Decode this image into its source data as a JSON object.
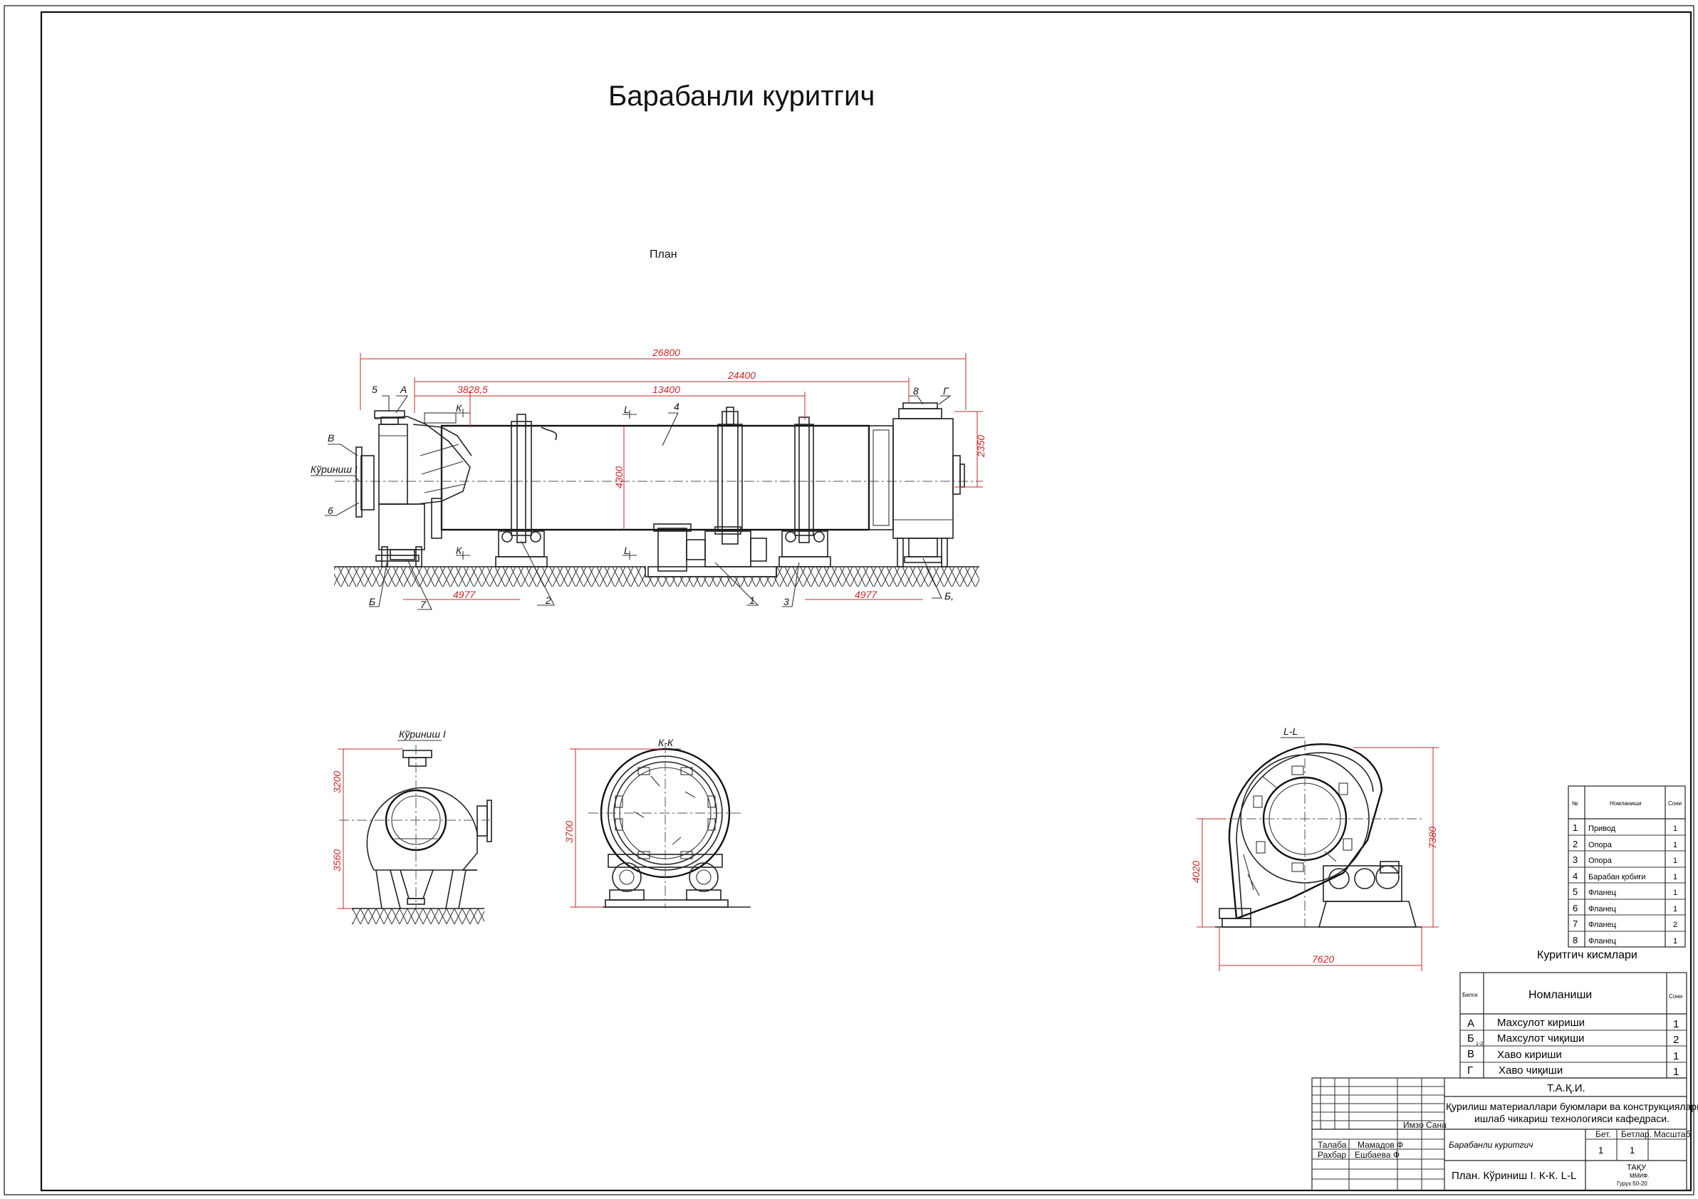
{
  "title": "Барабанли куритгич",
  "plan": {
    "heading": "План",
    "dims": {
      "overall": "26800",
      "inner": "24400",
      "left_offset": "3828,5",
      "mid_span": "13400",
      "height": "2350",
      "drum_dia": "4300",
      "bottom_left": "4977",
      "bottom_right": "4977"
    },
    "labels": {
      "n5": "5",
      "A": "А",
      "n8": "8",
      "G": "Г",
      "V": "В",
      "view": "Кўриниш I",
      "n6": "6",
      "n4": "4",
      "K1": "К",
      "K2": "К",
      "L1": "L",
      "L2": "L",
      "B1": "Б",
      "n7": "7",
      "n2": "2",
      "n1": "1",
      "n3": "3",
      "B2": "Б,"
    }
  },
  "views": {
    "v1": {
      "title": "Кўриниш I",
      "dim_top": "3200",
      "dim_bottom": "3560"
    },
    "kk": {
      "title": "К-К",
      "dim": "3700"
    },
    "ll": {
      "title": "L-L",
      "dim_left": "4020",
      "dim_right": "7380",
      "dim_bottom": "7620"
    }
  },
  "parts_table": {
    "headers": [
      "№",
      "Номланиши",
      "Сони"
    ],
    "rows": [
      [
        "1",
        "Привод",
        "1"
      ],
      [
        "2",
        "Опора",
        "1"
      ],
      [
        "3",
        "Опора",
        "1"
      ],
      [
        "4",
        "Барабан қобиғи",
        "1"
      ],
      [
        "5",
        "Фланец",
        "1"
      ],
      [
        "6",
        "Фланец",
        "1"
      ],
      [
        "7",
        "Фланец",
        "2"
      ],
      [
        "8",
        "Фланец",
        "1"
      ]
    ]
  },
  "elements_caption": "Куритгич кисмлари",
  "elements_table": {
    "headers": [
      "Белги",
      "Номланиши",
      "Сони"
    ],
    "rows": [
      [
        "А",
        "Махсулот кириши",
        "1"
      ],
      [
        "Б",
        "Махсулот чиқиши",
        "2"
      ],
      [
        "В",
        "Хаво кириши",
        "1"
      ],
      [
        "Г",
        "Хаво чиқиши",
        "1"
      ]
    ],
    "b_sub": "1-2"
  },
  "title_block": {
    "org": "Т.А.Қ.И.",
    "dept_line1": "Қурилиш материаллари буюмлари ва конструкциялари",
    "dept_line2": "ишлаб чикариш технологияси кафедраси.",
    "col_imzo": "Имзо",
    "col_sana": "Сана",
    "student_role": "Талаба",
    "student_name": "Мамадов Ф",
    "lead_role": "Рахбар",
    "lead_name": "Ешбаева Ф",
    "drawing_name": "Барабанли куритгич",
    "sheet_label": "Бет.",
    "sheets_label": "Бетлар.",
    "scale_label": "Масштаб",
    "sheet_val": "1",
    "sheets_val": "1",
    "views_list": "План. Кўриниш I. К-К. L-L",
    "school": "ТАҚУ",
    "faculty": "ММИФ.",
    "group": "Гурух:50-20"
  }
}
